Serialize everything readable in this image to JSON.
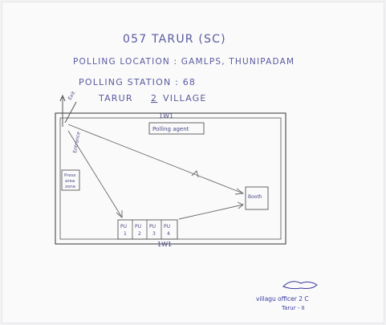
{
  "header": {
    "line1": "057 TARUR (SC)",
    "line2": "POLLING LOCATION : GAMLPS, THUNIPADAM",
    "line3": "POLLING STATION : 68",
    "line4_prefix": "TARUR",
    "line4_number": "2",
    "line4_suffix": "VILLAGE"
  },
  "diagram": {
    "wall_top": "1W1",
    "wall_bottom": "1W1",
    "entrance": "Entrance",
    "exit_label": "Exit",
    "polling_agent": "Polling agent",
    "press_area": [
      "Press",
      "area",
      "zone"
    ],
    "booth": "Booth",
    "pu": [
      {
        "top": "PU",
        "bottom": "1"
      },
      {
        "top": "PU",
        "bottom": "2"
      },
      {
        "top": "PU",
        "bottom": "3"
      },
      {
        "top": "PU",
        "bottom": "4"
      }
    ]
  },
  "signature": {
    "line1": "villagu officer 2 C",
    "line2": "Tarur - II"
  },
  "colors": {
    "ink": "#4a4a8a",
    "pencil": "#6a6a6a",
    "stamp": "#3a3aa0"
  }
}
